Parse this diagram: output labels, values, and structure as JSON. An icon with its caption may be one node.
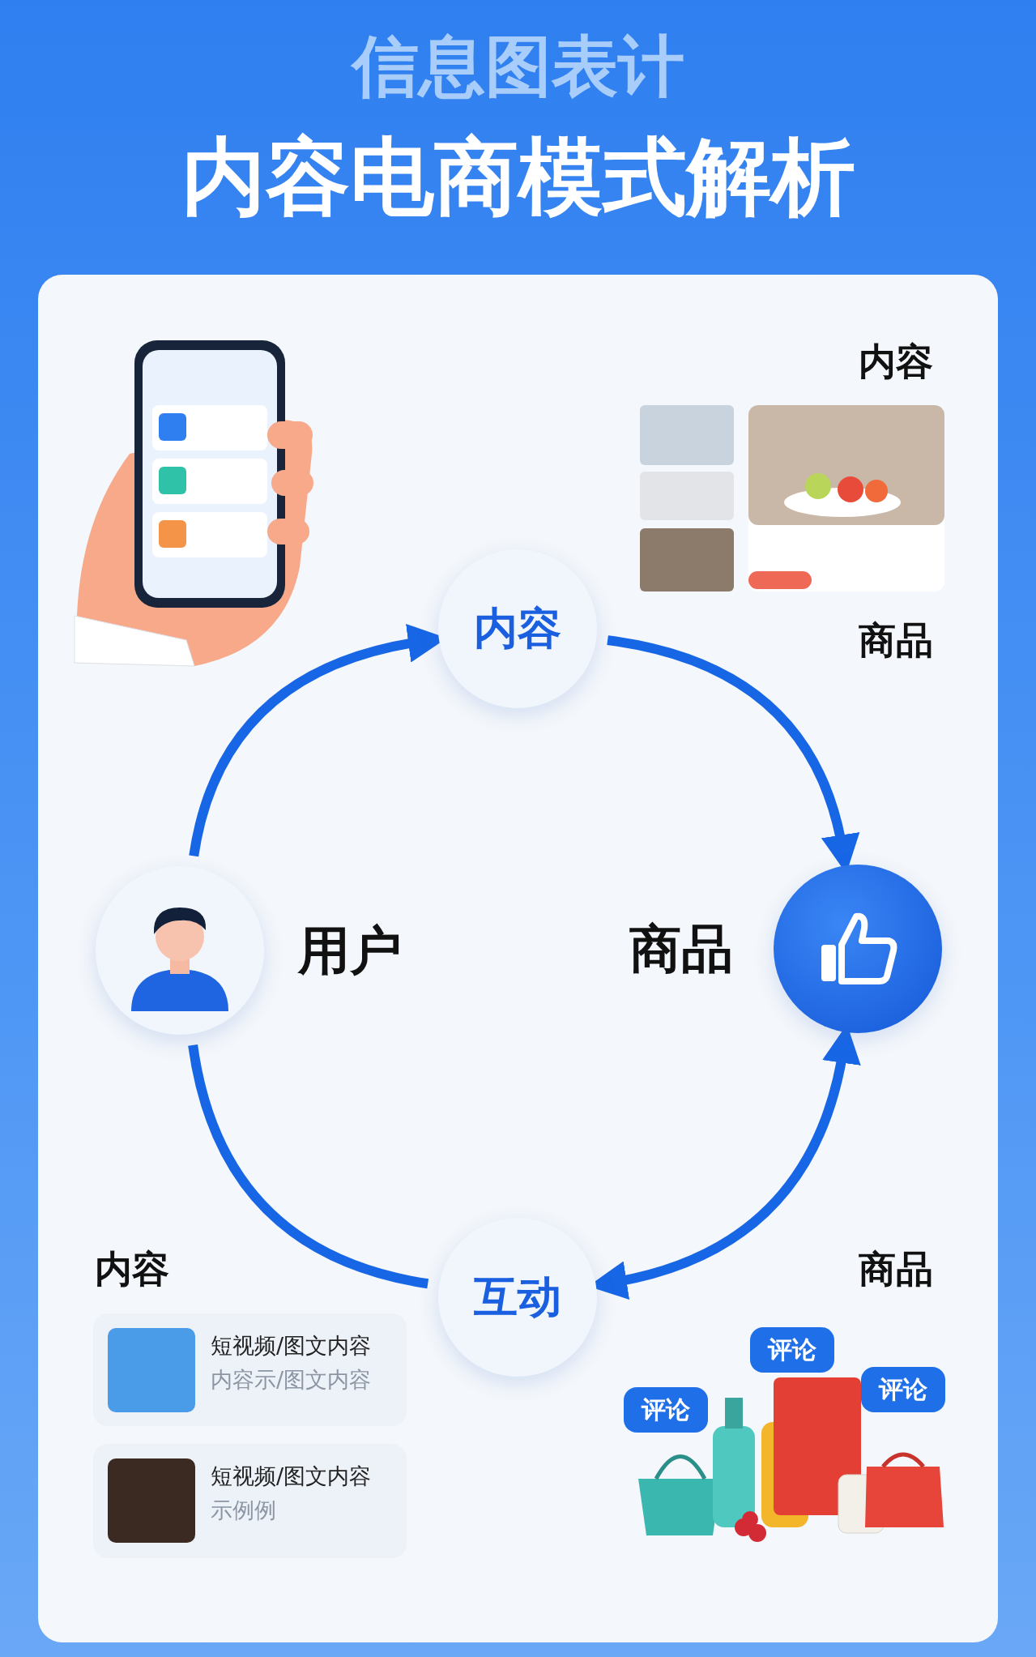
{
  "diagram": {
    "title": "内容电商模式解析",
    "nodes": [
      {
        "text": [
          "内容"
        ]
      },
      {
        "text": [],
        "shape": "circle",
        "beside": [
          "用户"
        ]
      },
      {
        "text": [],
        "shape": "circle",
        "beside": [
          "商品"
        ]
      },
      {
        "text": [
          "互动"
        ]
      },
      {
        "text": [
          "短视频/图文内容",
          "内容示/图文内容"
        ]
      },
      {
        "text": [
          "短视频/图文内容",
          "示例例"
        ]
      },
      {
        "text": [
          "评论"
        ]
      },
      {
        "text": [
          "评论"
        ]
      },
      {
        "text": [
          "评论"
        ]
      }
    ],
    "edges": [
      {
        "from": 1,
        "to": 0,
        "arrow": "to"
      },
      {
        "from": 0,
        "to": 2,
        "arrow": "to"
      },
      {
        "from": 2,
        "to": 3,
        "arrow": "both"
      },
      {
        "from": 3,
        "to": 1,
        "arrow": "none"
      }
    ],
    "labels": [
      "信息图表计",
      "内容",
      "商品",
      "内容",
      "商品"
    ]
  }
}
